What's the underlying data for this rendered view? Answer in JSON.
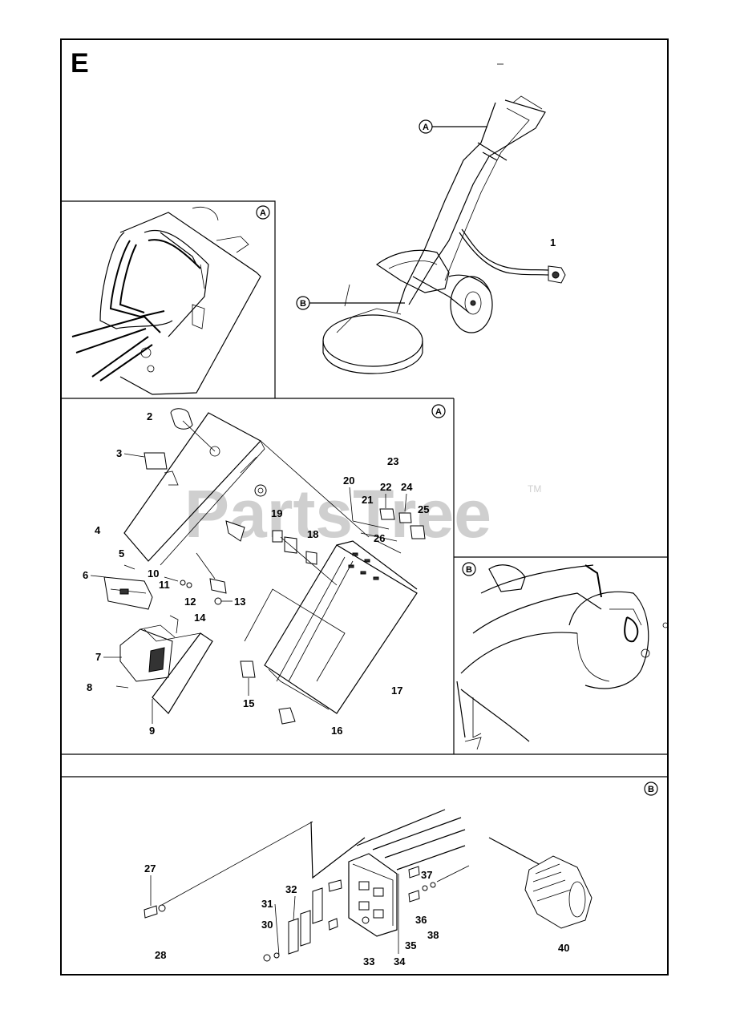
{
  "section_letter": "E",
  "watermark": "PartsTree",
  "watermark_tm": "TM",
  "callouts": {
    "a": "A",
    "b": "B"
  },
  "part_numbers": {
    "p1": "1",
    "p2": "2",
    "p3": "3",
    "p4": "4",
    "p5": "5",
    "p6": "6",
    "p7": "7",
    "p8": "8",
    "p9": "9",
    "p10": "10",
    "p11": "11",
    "p12": "12",
    "p13": "13",
    "p14": "14",
    "p15": "15",
    "p16": "16",
    "p17": "17",
    "p18": "18",
    "p19": "19",
    "p20": "20",
    "p21": "21",
    "p22": "22",
    "p23": "23",
    "p24": "24",
    "p25": "25",
    "p26": "26",
    "p27": "27",
    "p28": "28",
    "p30": "30",
    "p31": "31",
    "p32": "32",
    "p33": "33",
    "p34": "34",
    "p35": "35",
    "p36": "36",
    "p37": "37",
    "p38": "38",
    "p40": "40"
  }
}
